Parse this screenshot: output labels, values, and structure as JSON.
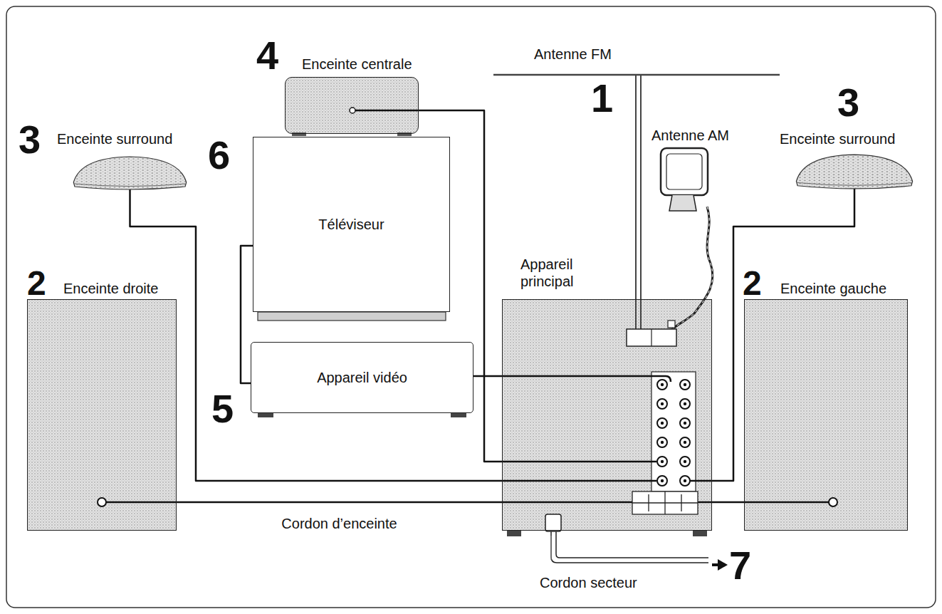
{
  "diagram": {
    "nodes": [
      {
        "text": [
          "Enceinte centrale"
        ]
      },
      {
        "text": [
          "Enceinte surround"
        ]
      },
      {
        "text": [
          "Enceinte surround"
        ]
      },
      {
        "text": [
          "Téléviseur"
        ]
      },
      {
        "text": [
          "Appareil principal"
        ]
      },
      {
        "text": [
          "Enceinte droite"
        ]
      },
      {
        "text": [
          "Enceinte gauche"
        ]
      },
      {
        "text": [
          "Appareil vidéo"
        ]
      }
    ],
    "edges": [
      {
        "from": 1,
        "to": 4,
        "arrow": "none"
      },
      {
        "from": 2,
        "to": 4,
        "arrow": "none"
      },
      {
        "from": 0,
        "to": 4,
        "arrow": "none"
      },
      {
        "from": 7,
        "to": 4,
        "arrow": "none"
      },
      {
        "from": 3,
        "to": 7,
        "arrow": "none"
      },
      {
        "from": 5,
        "to": 4,
        "label": "Cordon d’enceinte",
        "arrow": "none"
      },
      {
        "from": 6,
        "to": 4,
        "arrow": "none"
      }
    ],
    "labels": [
      "4",
      "1",
      "3",
      "3",
      "2",
      "2",
      "6",
      "5",
      "Antenne FM",
      "Antenne AM",
      "Cordon secteur",
      "7"
    ]
  }
}
